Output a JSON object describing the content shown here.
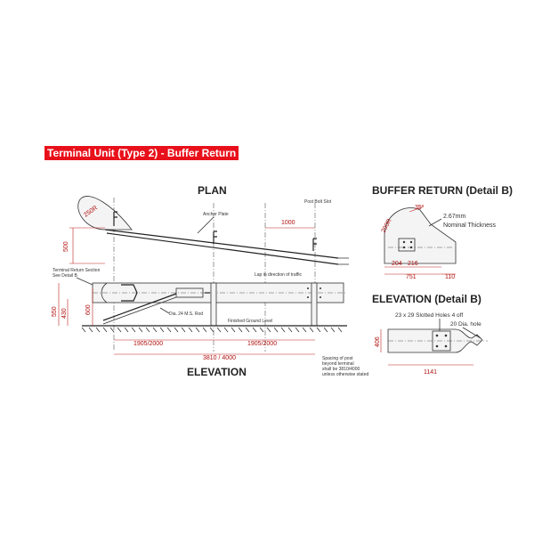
{
  "banner": "Terminal Unit (Type 2) - Buffer Return",
  "plan": {
    "title": "PLAN",
    "label_post_bolt_slot": "Post Bolt Slot",
    "label_anchor_plate": "Anchor Plate",
    "dim_250r": "250R",
    "dim_1000": "1000",
    "dim_500": "500"
  },
  "elevation": {
    "title": "ELEVATION",
    "label_terminal_return": "Terminal Return Section",
    "label_see_detail": "See Detail B",
    "label_lap": "Lap in direction of traffic",
    "label_rod": "Dia. 24 M.S. Rod",
    "label_ground": "Finished Ground Level",
    "dim_550": "550",
    "dim_430": "430",
    "dim_600": "600",
    "dim_span_left": "1905/2000",
    "dim_span_right": "1905/2000",
    "dim_total": "3810 / 4000",
    "note_line1": "Spacing of post",
    "note_line2": "beyond terminal",
    "note_line3": "shall be 3810/4000",
    "note_line4": "unless otherwise stated"
  },
  "buffer_detail": {
    "title": "BUFFER RETURN (Detail B)",
    "angle": "35°",
    "thickness_line1": "2.67mm",
    "thickness_line2": "Nominal Thickness",
    "dim_200r": "200R",
    "dim_204": "204",
    "dim_216": "216",
    "dim_751": "751",
    "dim_110": "110"
  },
  "elevation_detail": {
    "title": "ELEVATION (Detail B)",
    "label_slotted": "23 x 29 Slotted Holes 4 off",
    "label_hole": "20 Dia. hole",
    "dim_406": "406",
    "dim_1141": "1141"
  }
}
